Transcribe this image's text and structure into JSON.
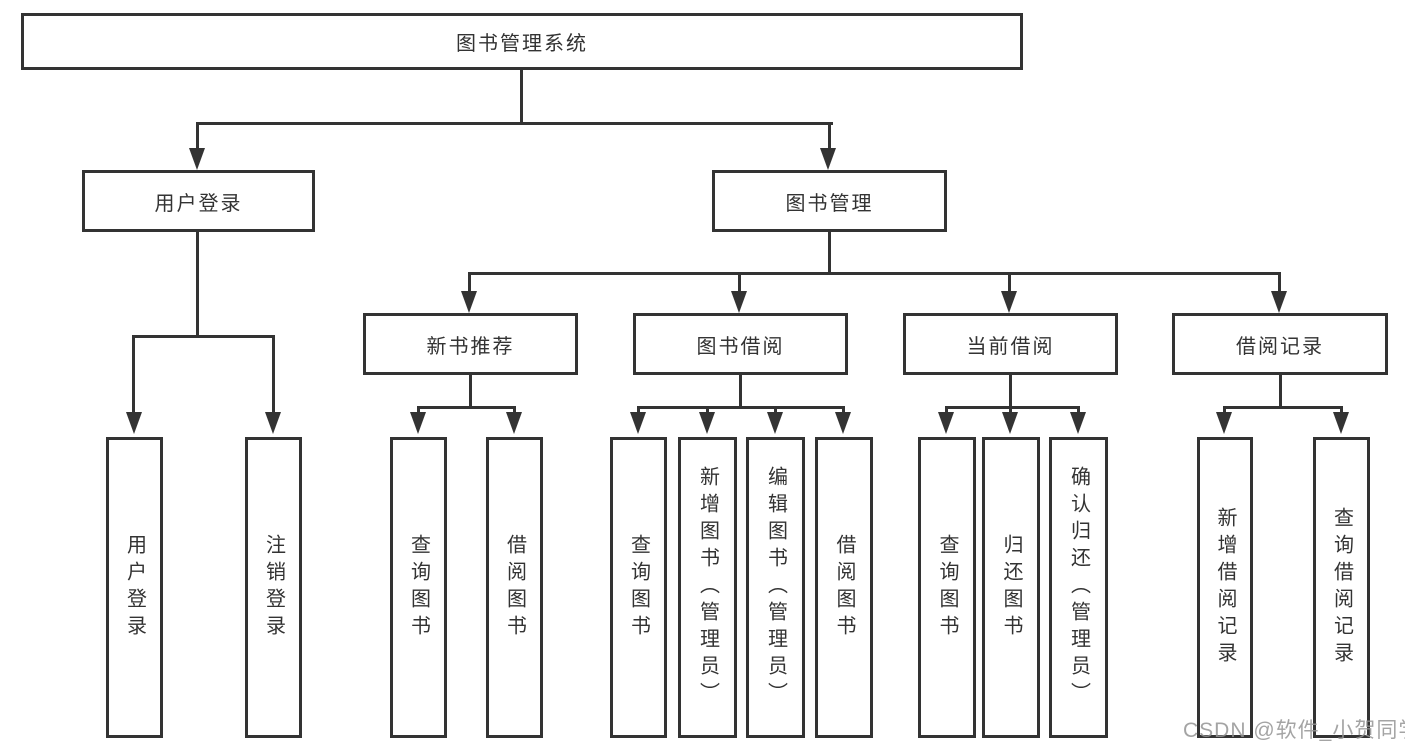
{
  "diagram": {
    "title": "图书管理系统",
    "level2": [
      {
        "label": "用户登录"
      },
      {
        "label": "图书管理"
      }
    ],
    "level3": [
      {
        "label": "新书推荐"
      },
      {
        "label": "图书借阅"
      },
      {
        "label": "当前借阅"
      },
      {
        "label": "借阅记录"
      }
    ],
    "leaves": {
      "user_login": [
        "用户登录",
        "注销登录"
      ],
      "new_book": [
        "查询图书",
        "借阅图书"
      ],
      "book_borrow": [
        "查询图书",
        "新增图书（管理员）",
        "编辑图书（管理员）",
        "借阅图书"
      ],
      "current_borrow": [
        "查询图书",
        "归还图书",
        "确认归还（管理员）"
      ],
      "borrow_record": [
        "新增借阅记录",
        "查询借阅记录"
      ]
    },
    "colors": {
      "line": "#333333",
      "text": "#333333",
      "watermark": "#949494"
    },
    "watermark": "CSDN @软件_小贺同学"
  }
}
